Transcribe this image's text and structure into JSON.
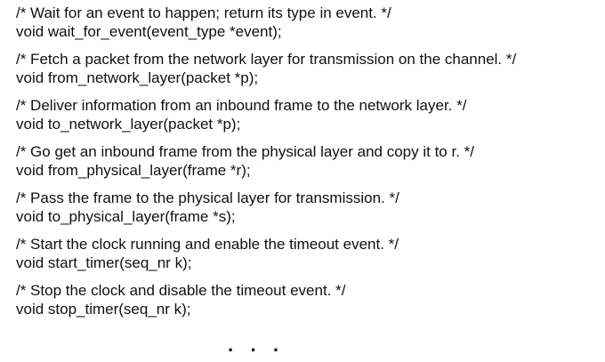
{
  "entries": [
    {
      "comment": "/* Wait for an event to happen; return its type in event. */",
      "code": "void wait_for_event(event_type *event);"
    },
    {
      "comment": "/* Fetch a packet from the network layer for transmission on the channel. */",
      "code": "void from_network_layer(packet *p);"
    },
    {
      "comment": "/* Deliver information from an inbound frame to the network layer. */",
      "code": "void to_network_layer(packet *p);"
    },
    {
      "comment": "/* Go get an inbound frame from the physical layer and copy it to r. */",
      "code": "void from_physical_layer(frame *r);"
    },
    {
      "comment": "/* Pass the frame to the physical layer for transmission. */",
      "code": "void to_physical_layer(frame *s);"
    },
    {
      "comment": "/* Start the clock running and enable the timeout event. */",
      "code": "void start_timer(seq_nr k);"
    },
    {
      "comment": "/* Stop the clock and disable the timeout event. */",
      "code": "void stop_timer(seq_nr k);"
    }
  ],
  "ellipsis": "· · ·"
}
